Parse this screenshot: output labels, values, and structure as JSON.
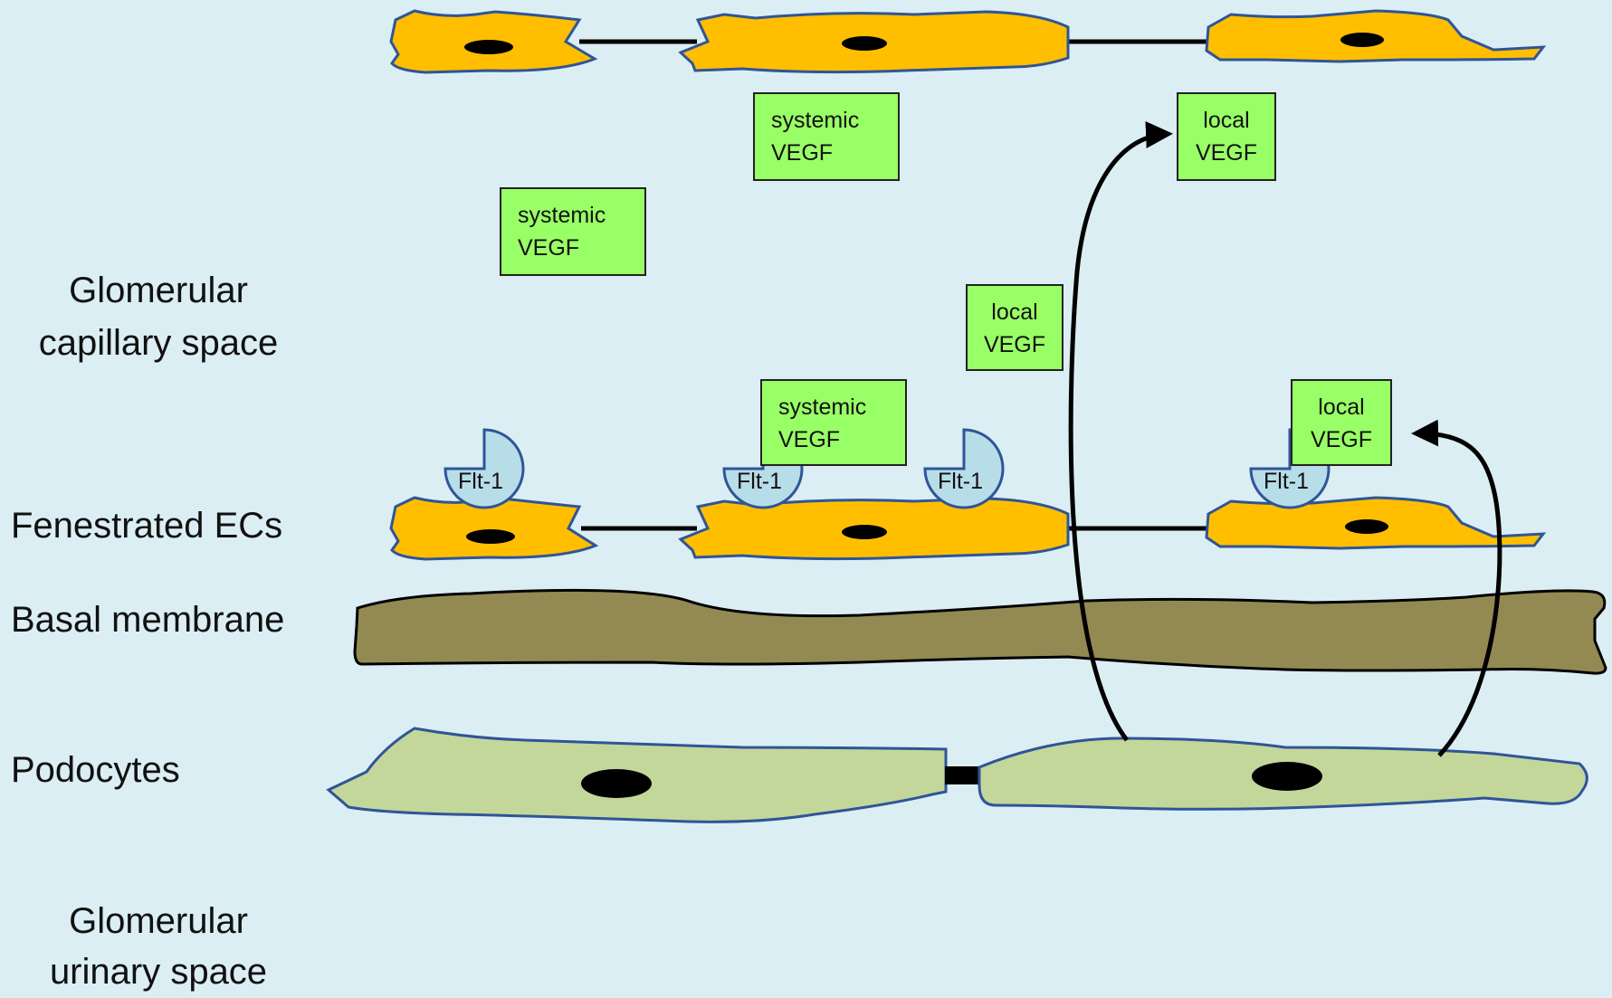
{
  "labels": {
    "capillary_space_line1": "Glomerular",
    "capillary_space_line2": "capillary space",
    "fenestrated_ecs": "Fenestrated ECs",
    "basal_membrane": "Basal membrane",
    "podocytes": "Podocytes",
    "urinary_space_line1": "Glomerular",
    "urinary_space_line2": "urinary space"
  },
  "receptor_label": "Flt-1",
  "vegf_boxes": [
    {
      "id": "systemic-vegf-top",
      "line1": "systemic",
      "line2": "VEGF"
    },
    {
      "id": "local-vegf-top",
      "line1": "local",
      "line2": "VEGF"
    },
    {
      "id": "systemic-vegf-mid",
      "line1": "systemic",
      "line2": "VEGF"
    },
    {
      "id": "local-vegf-mid",
      "line1": "local",
      "line2": "VEGF"
    },
    {
      "id": "systemic-vegf-bound",
      "line1": "systemic",
      "line2": "VEGF"
    },
    {
      "id": "local-vegf-bound",
      "line1": "local",
      "line2": "VEGF"
    }
  ],
  "colors": {
    "background": "#dbeef4",
    "endothelial_cell": "#ffbf00",
    "cell_outline": "#2f5597",
    "basal_membrane": "#938953",
    "podocyte": "#c4d79b",
    "receptor": "#b7dde8",
    "vegf_box": "#99ff66",
    "nucleus": "#000000"
  }
}
